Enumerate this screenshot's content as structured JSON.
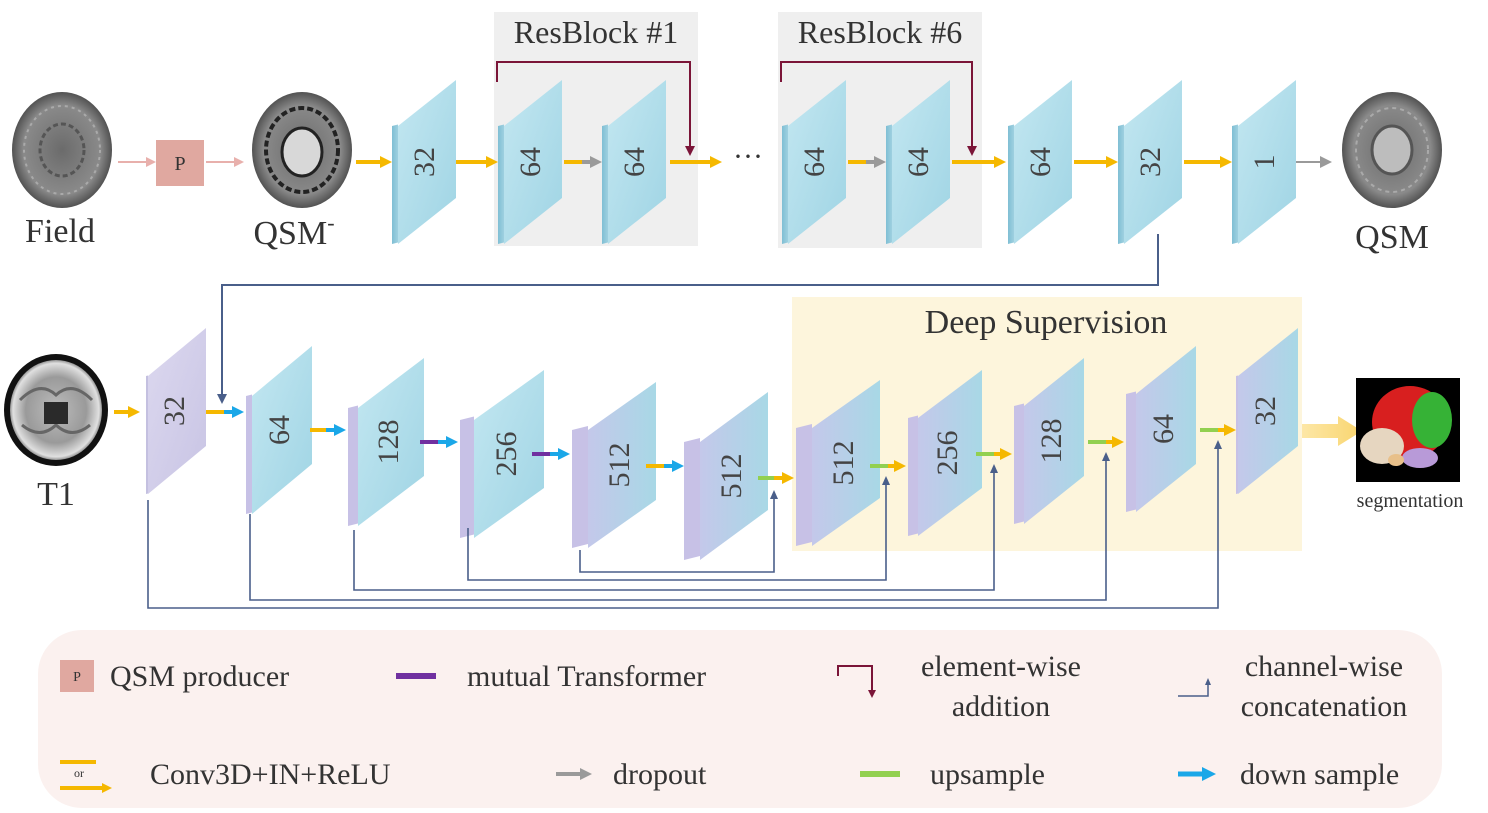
{
  "top": {
    "input_label": "Field",
    "producer_glyph": "P",
    "intermediate_label": "QSM",
    "intermediate_sup": "-",
    "output_label": "QSM",
    "resblock1_title": "ResBlock #1",
    "resblock6_title": "ResBlock #6",
    "ellipsis": "···",
    "channels": [
      "32",
      "64",
      "64",
      "64",
      "64",
      "64",
      "32",
      "1"
    ]
  },
  "bottom": {
    "input_label": "T1",
    "deep_supervision_title": "Deep Supervision",
    "encoder_channels": [
      "32",
      "64",
      "128",
      "256",
      "512",
      "512"
    ],
    "decoder_channels": [
      "512",
      "256",
      "128",
      "64",
      "32"
    ],
    "output_label": "segmentation"
  },
  "legend": {
    "producer_glyph": "P",
    "producer": "QSM producer",
    "transformer": "mutual Transformer",
    "addition_line1": "element-wise",
    "addition_line2": "addition",
    "concat_line1": "channel-wise",
    "concat_line2": "concatenation",
    "conv_or": "or",
    "conv": "Conv3D+IN+ReLU",
    "dropout": "dropout",
    "upsample": "upsample",
    "downsample": "down sample"
  },
  "colors": {
    "conv_arrow": "#f5b800",
    "dropout_arrow": "#9a9a9a",
    "transformer": "#7030a0",
    "upsample": "#92d050",
    "downsample": "#1aa7e8",
    "addition": "#7b1538",
    "concatenation": "#4a5f8a",
    "producer_fill": "#e0a8a0",
    "block_cyan": "#a8d8e6",
    "block_lavender": "#d4d0ea",
    "resblock_panel": "#efefef",
    "deep_supervision_panel": "#fdf5dc",
    "legend_panel": "#fbf1ef",
    "title_olive": "#7a6a1a"
  }
}
